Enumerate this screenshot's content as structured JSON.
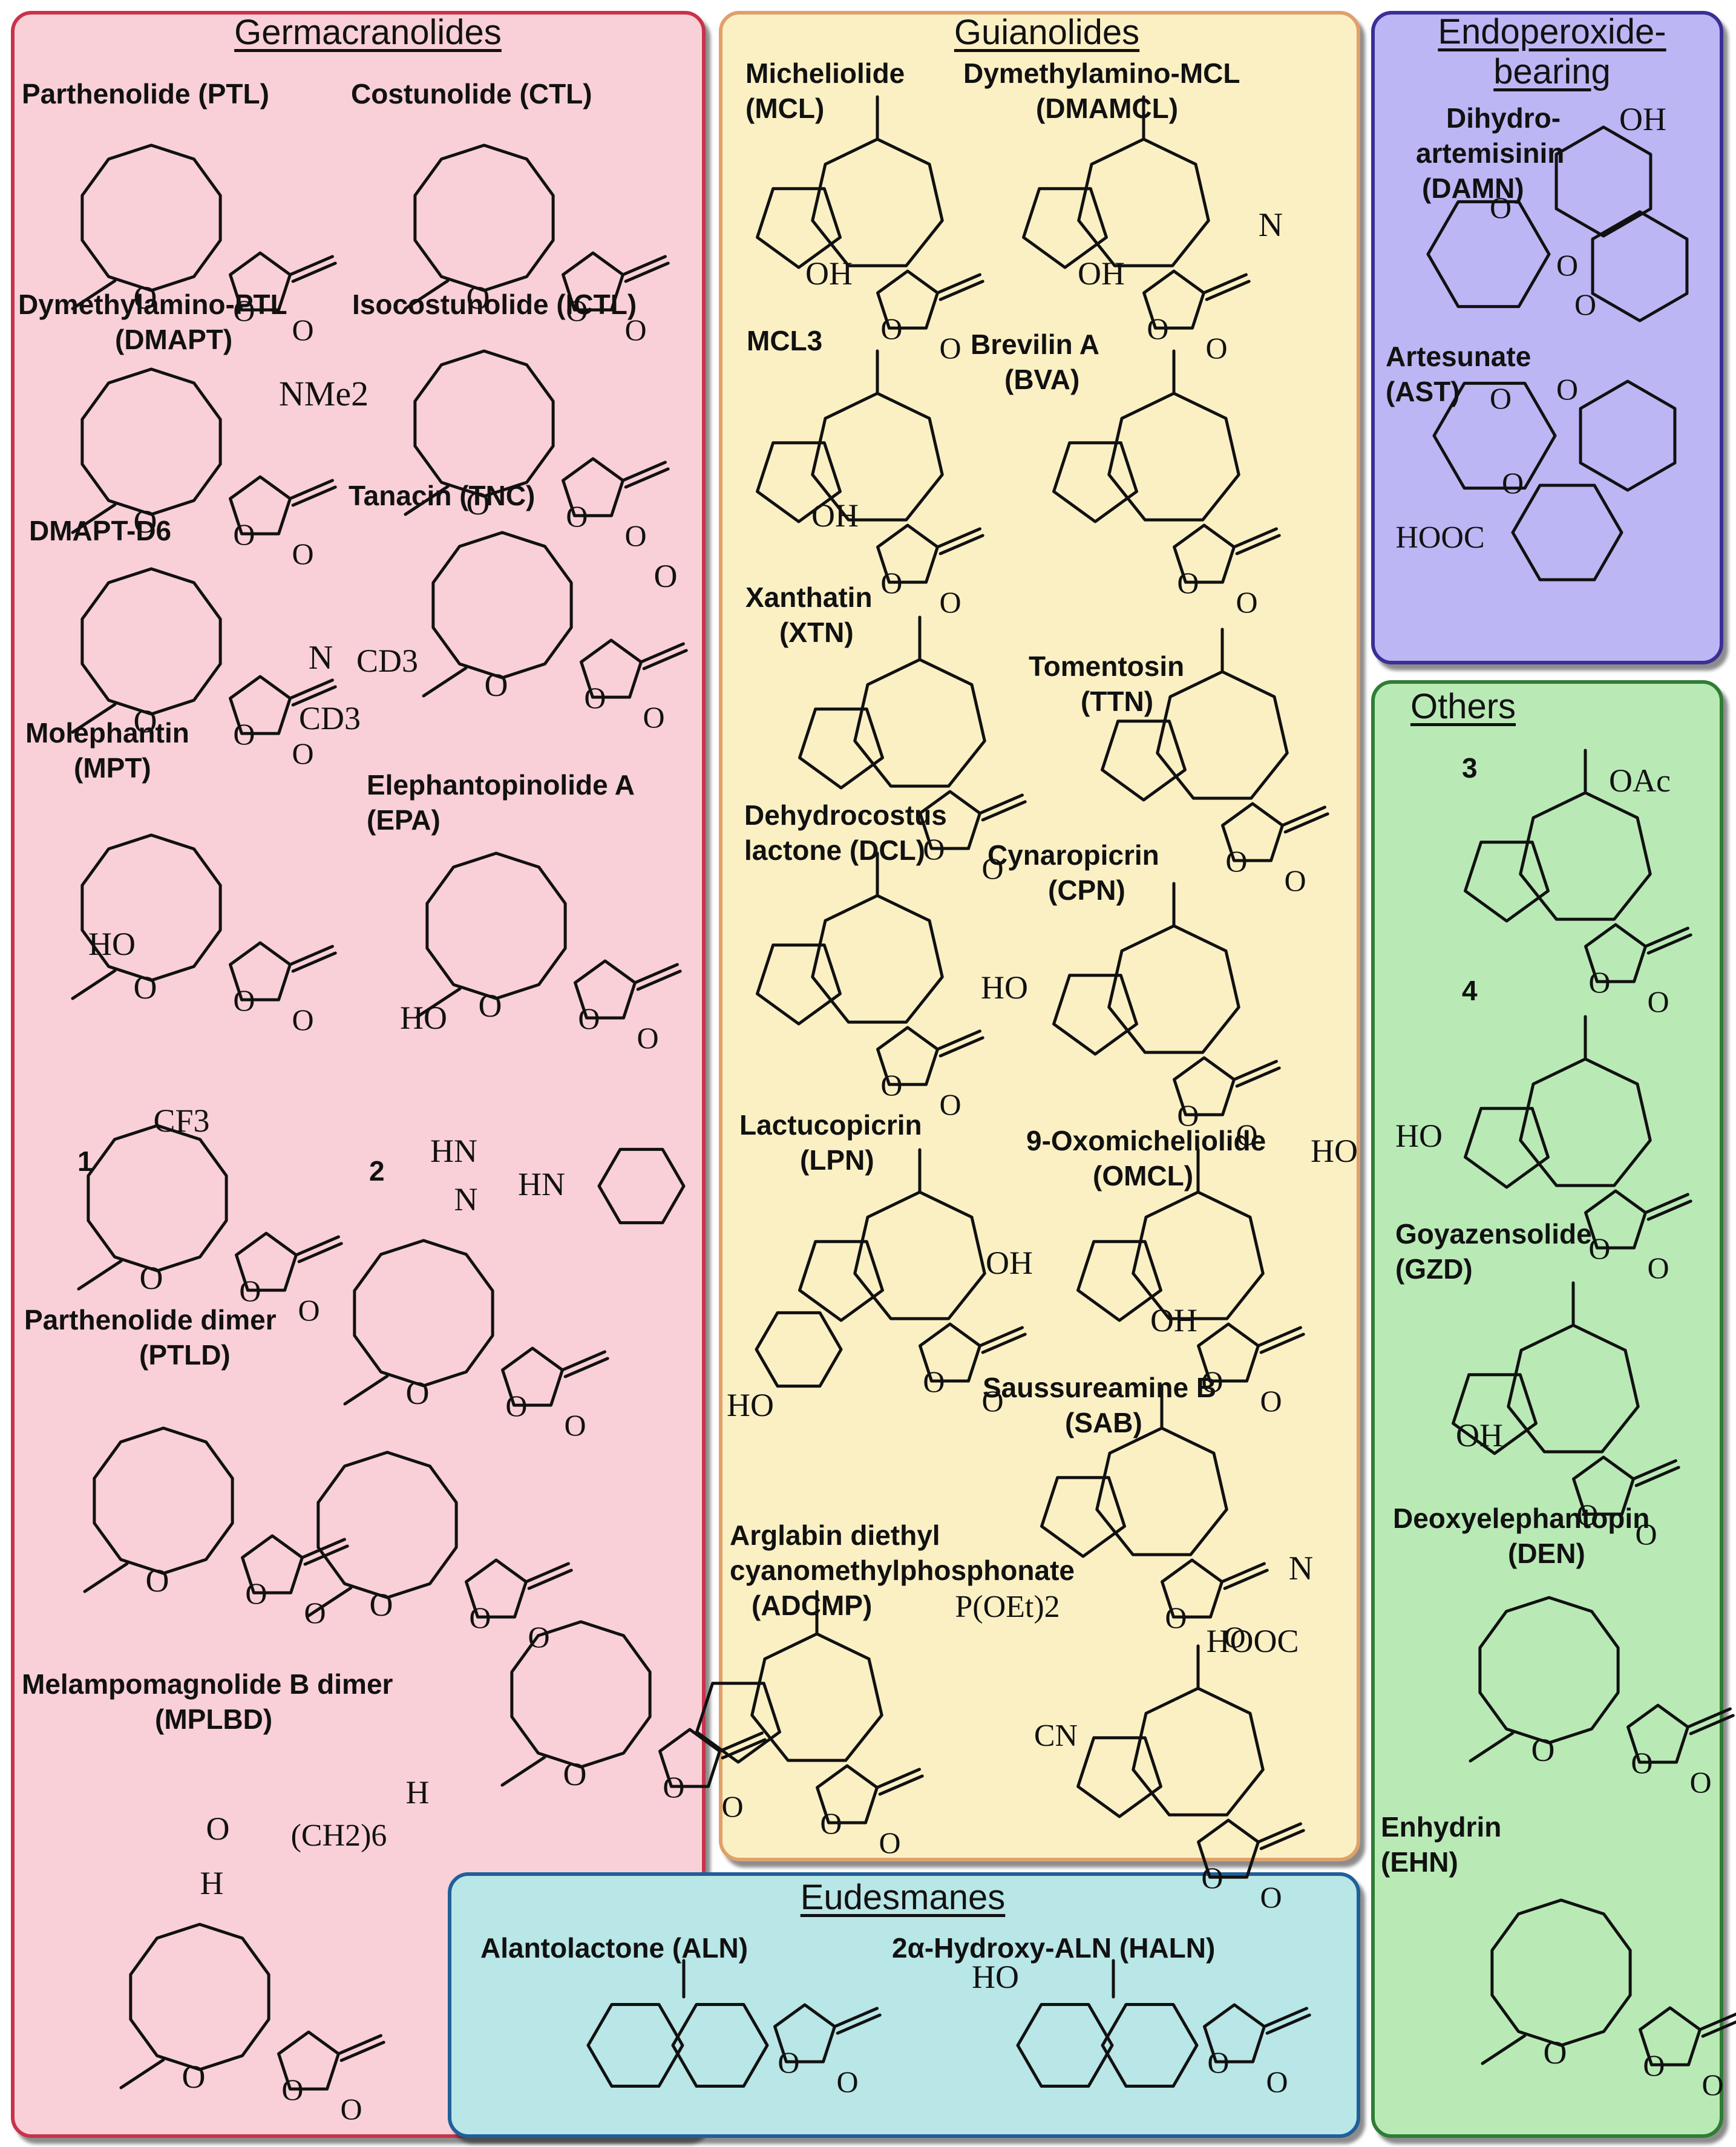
{
  "colors": {
    "germacranolides": {
      "fill": "#f9d0d8",
      "border": "#c8334a"
    },
    "guianolides": {
      "fill": "#fbf0c4",
      "border": "#e0a06a"
    },
    "endoperoxide": {
      "fill": "#bdb6f4",
      "border": "#3a2f96"
    },
    "others": {
      "fill": "#b9eab6",
      "border": "#2f7d34"
    },
    "eudesmanes": {
      "fill": "#b9e6e6",
      "border": "#1f5f9a"
    }
  },
  "groups": {
    "germacranolides": "Germacranolides",
    "guianolides": "Guianolides",
    "endoperoxide": "Endoperoxide-bearing",
    "others": "Others",
    "eudesmanes": "Eudesmanes"
  },
  "compounds": {
    "ptl": {
      "line1": "Parthenolide (PTL)",
      "line2": ""
    },
    "ctl": {
      "line1": "Costunolide (CTL)",
      "line2": ""
    },
    "dmapt": {
      "line1": "Dymethylamino-PTL",
      "line2": "(DMAPT)"
    },
    "ictl": {
      "line1": "Isocostunolide (ICTL)",
      "line2": ""
    },
    "tnc": {
      "line1": "Tanacin (TNC)",
      "line2": ""
    },
    "dmaptd6": {
      "line1": "DMAPT-D6",
      "line2": ""
    },
    "mpt": {
      "line1": "Molephantin",
      "line2": "(MPT)"
    },
    "epa": {
      "line1": "Elephantopinolide A",
      "line2": "(EPA)"
    },
    "c1": {
      "line1": "1",
      "line2": ""
    },
    "c2": {
      "line1": "2",
      "line2": ""
    },
    "ptld": {
      "line1": "Parthenolide dimer",
      "line2": "(PTLD)"
    },
    "mplbd": {
      "line1": "Melampomagnolide B dimer",
      "line2": "(MPLBD)"
    },
    "mcl": {
      "line1": "Micheliolide",
      "line2": "(MCL)"
    },
    "dmamcl": {
      "line1": "Dymethylamino-MCL",
      "line2": "(DMAMCL)"
    },
    "mcl3": {
      "line1": "MCL3",
      "line2": ""
    },
    "bva": {
      "line1": "Brevilin A",
      "line2": "(BVA)"
    },
    "xtn": {
      "line1": "Xanthatin",
      "line2": "(XTN)"
    },
    "ttn": {
      "line1": "Tomentosin",
      "line2": "(TTN)"
    },
    "dcl": {
      "line1": "Dehydrocostus",
      "line2": "lactone (DCL)"
    },
    "cpn": {
      "line1": "Cynaropicrin",
      "line2": "(CPN)"
    },
    "lpn": {
      "line1": "Lactucopicrin",
      "line2": "(LPN)"
    },
    "omcl": {
      "line1": "9-Oxomicheliolide",
      "line2": "(OMCL)"
    },
    "sab": {
      "line1": "Saussureamine B",
      "line2": "(SAB)"
    },
    "adcmp": {
      "line1": "Arglabin diethyl",
      "line2": "cyanomethylphosphonate",
      "line3": "(ADCMP)"
    },
    "damn": {
      "line1": "Dihydro-",
      "line2": "artemisinin",
      "line3": "(DAMN)"
    },
    "ast": {
      "line1": "Artesunate",
      "line2": "(AST)"
    },
    "c3": {
      "line1": "3",
      "line2": ""
    },
    "c4": {
      "line1": "4",
      "line2": ""
    },
    "gzd": {
      "line1": "Goyazensolide",
      "line2": "(GZD)"
    },
    "den": {
      "line1": "Deoxyelephantopin",
      "line2": "(DEN)"
    },
    "ehn": {
      "line1": "Enhydrin",
      "line2": "(EHN)"
    },
    "aln": {
      "line1": "Alantolactone (ALN)",
      "line2": ""
    },
    "haln": {
      "line1": "2α-Hydroxy-ALN (HALN)",
      "line2": ""
    }
  },
  "atoms": {
    "o": "O",
    "oh": "OH",
    "ho": "HO",
    "nme2": "NMe2",
    "n": "N",
    "hn": "HN",
    "h": "H",
    "cd3": "CD3",
    "cf3": "CF3",
    "ch2_6": "(CH2)6",
    "hooc": "HOOC",
    "oac": "OAc",
    "ho_neg": "HO",
    "cn": "CN",
    "p_oet": "P(OEt)2"
  }
}
